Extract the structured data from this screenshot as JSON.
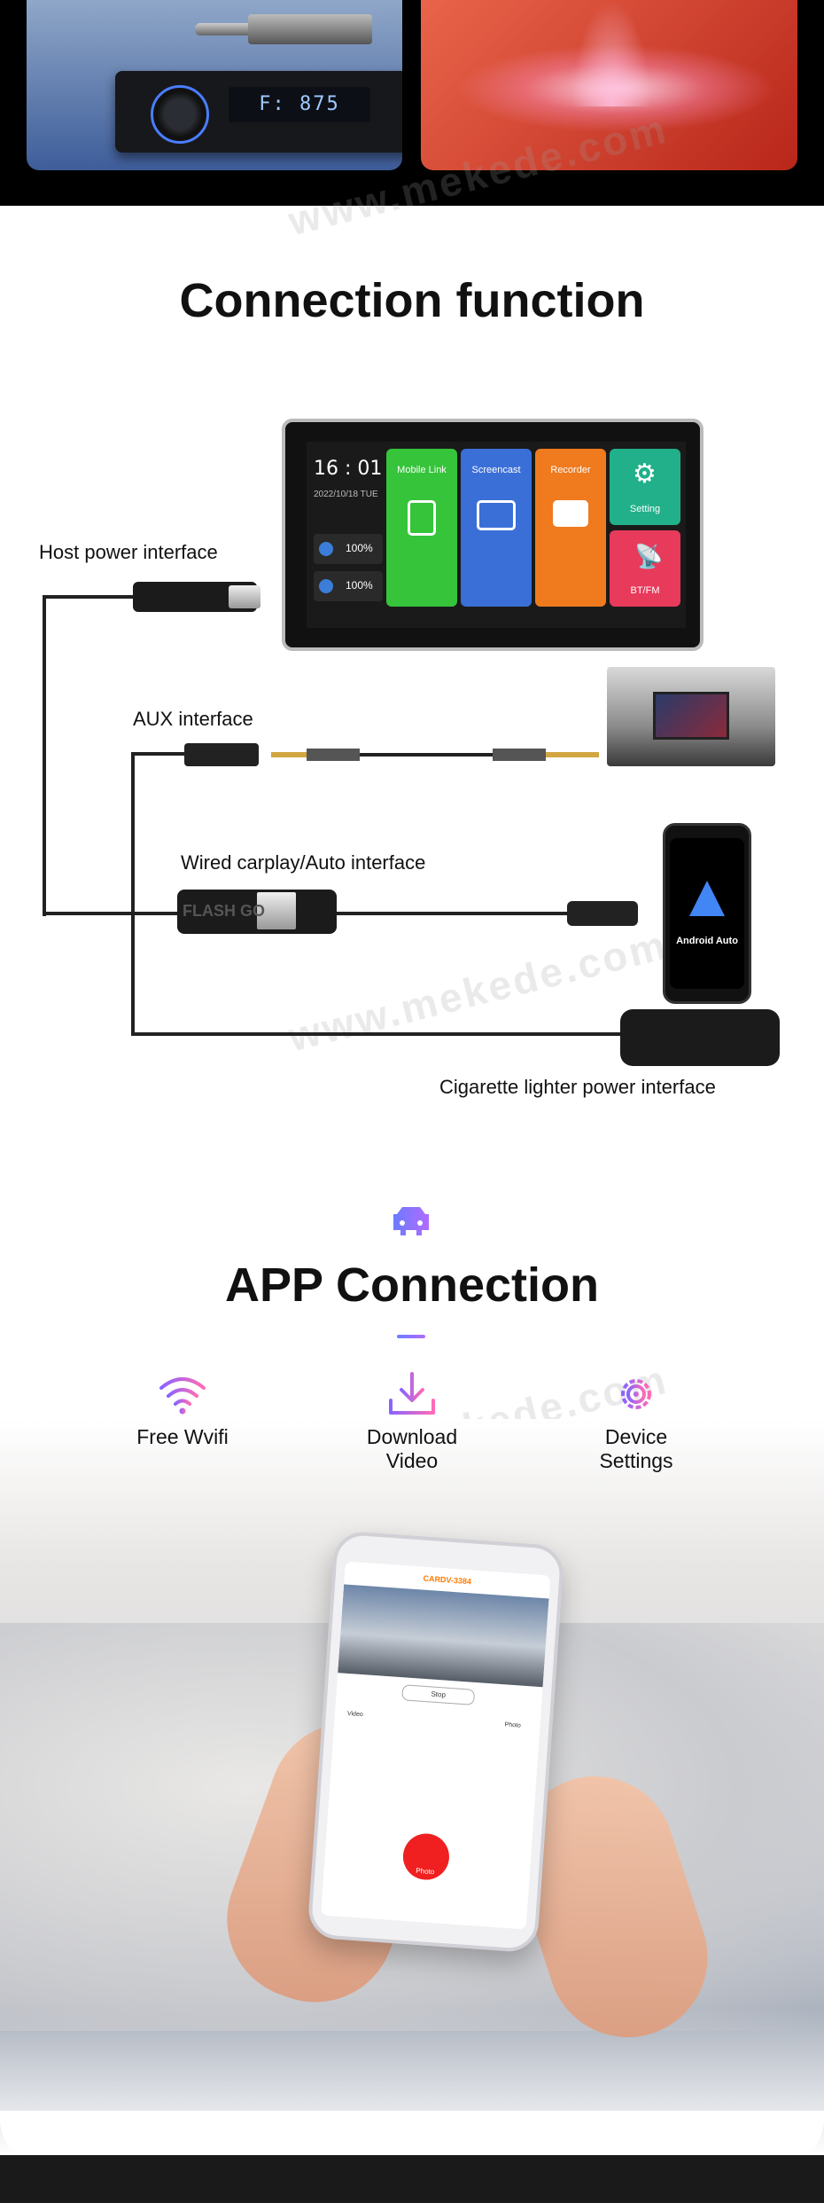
{
  "top_banner": {
    "radio_display": "F: 875"
  },
  "watermark": "www.mekede.com",
  "connection": {
    "title": "Connection function",
    "device": {
      "clock": "16 : 01",
      "date": "2022/10/18 TUE",
      "volume_1": "100%",
      "volume_2": "100%",
      "tiles": [
        "Mobile Link",
        "Screencast",
        "Recorder",
        "Setting",
        "BT/FM"
      ]
    },
    "labels": {
      "host_power": "Host power interface",
      "aux": "AUX interface",
      "wired": "Wired carplay/Auto interface",
      "lighter": "Cigarette lighter power interface"
    },
    "usb_text": "FLASH GO",
    "android_auto": "Android Auto"
  },
  "app_connection": {
    "title": "APP Connection",
    "features": [
      {
        "label_line1": "Free Wvifi",
        "label_line2": "",
        "icon": "wifi-icon"
      },
      {
        "label_line1": "Download",
        "label_line2": "Video",
        "icon": "download-icon"
      },
      {
        "label_line1": "Device",
        "label_line2": "Settings",
        "icon": "gear-icon"
      }
    ],
    "phone": {
      "app_title": "CARDV-3384",
      "stop_label": "Stop",
      "video_label": "Video",
      "photo_label": "Photo",
      "photo_button": "Photo"
    }
  },
  "colors": {
    "accent_purple": "#8a63ff",
    "accent_pink": "#ff6bb5",
    "tile_green": "#36c43b",
    "tile_blue": "#3b6fd8",
    "tile_orange": "#f07a1e",
    "tile_teal": "#22b08a",
    "tile_red": "#e83a5b"
  }
}
